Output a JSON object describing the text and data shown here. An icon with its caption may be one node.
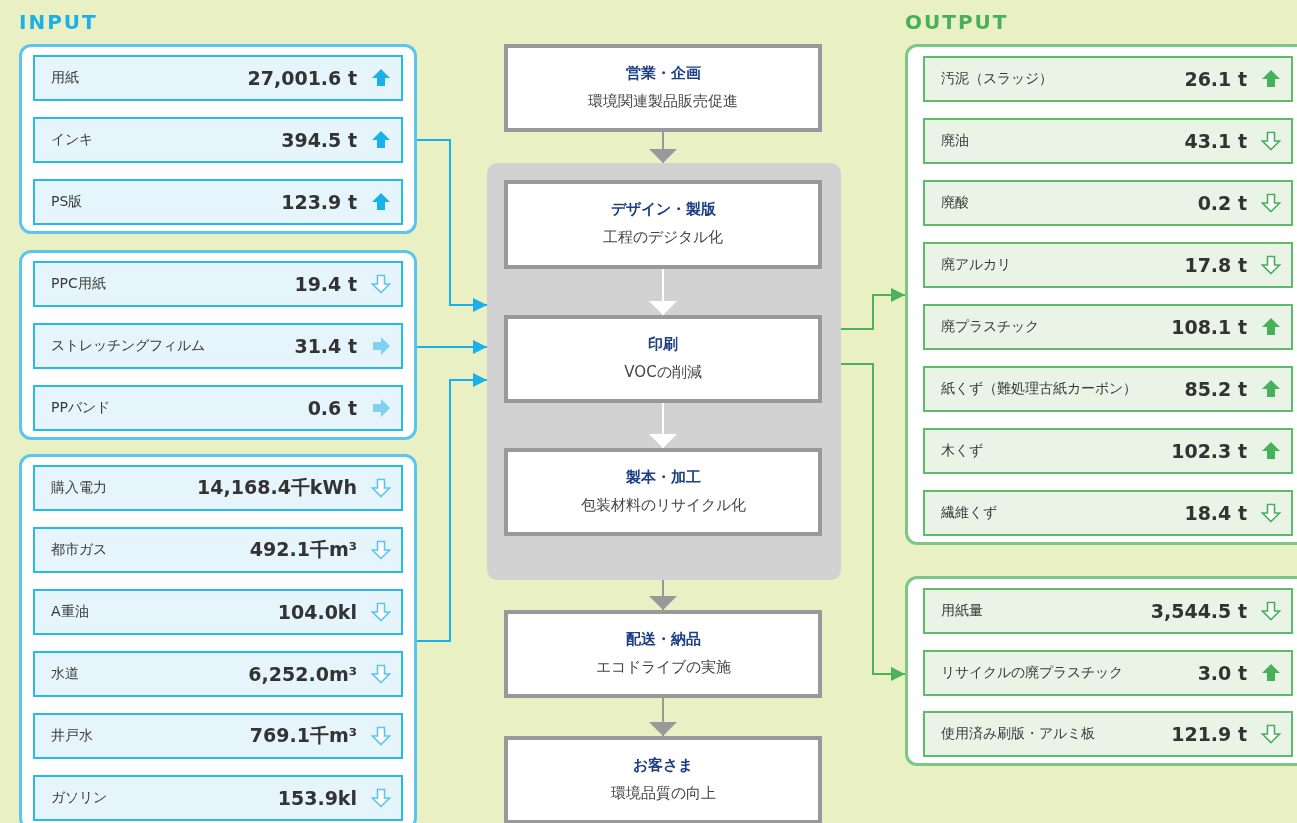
{
  "diagram": {
    "nodes": [
      {
        "text": [],
        "shape": "box"
      },
      {
        "text": [
          "用紙",
          "27,001.6 t"
        ],
        "in": 0
      },
      {
        "text": [
          "インキ",
          "394.5 t"
        ],
        "in": 0
      },
      {
        "text": [
          "PS版",
          "123.9 t"
        ],
        "in": 0
      },
      {
        "text": [],
        "shape": "box"
      },
      {
        "text": [
          "PPC用紙",
          "19.4 t"
        ],
        "in": 4
      },
      {
        "text": [
          "ストレッチングフィルム",
          "31.4 t"
        ],
        "in": 4
      },
      {
        "text": [
          "PPバンド",
          "0.6 t"
        ],
        "in": 4
      },
      {
        "text": [],
        "shape": "box"
      },
      {
        "text": [
          "購入電力",
          "14,168.4千kWh"
        ],
        "in": 8
      },
      {
        "text": [
          "都市ガス",
          "492.1千m³"
        ],
        "in": 8
      },
      {
        "text": [
          "A重油",
          "104.0kl"
        ],
        "in": 8
      },
      {
        "text": [
          "水道",
          "6,252.0m³"
        ],
        "in": 8
      },
      {
        "text": [
          "井戸水",
          "769.1千m³"
        ],
        "in": 8
      },
      {
        "text": [
          "ガソリン",
          "153.9kl"
        ],
        "in": 8
      },
      {
        "text": [
          "営業・企画",
          "環境関連製品販売促進"
        ]
      },
      {
        "text": [],
        "shape": "box"
      },
      {
        "text": [
          "デザイン・製版",
          "工程のデジタル化"
        ],
        "in": 16
      },
      {
        "text": [
          "印刷",
          "VOCの削減"
        ],
        "in": 16
      },
      {
        "text": [
          "製本・加工",
          "包装材料のリサイクル化"
        ],
        "in": 16
      },
      {
        "text": [
          "配送・納品",
          "エコドライブの実施"
        ]
      },
      {
        "text": [
          "お客さま",
          "環境品質の向上"
        ]
      },
      {
        "text": [],
        "shape": "box"
      },
      {
        "text": [
          "汚泥（スラッジ）",
          "26.1 t"
        ],
        "in": 22
      },
      {
        "text": [
          "廃油",
          "43.1 t"
        ],
        "in": 22
      },
      {
        "text": [
          "廃酸",
          "0.2 t"
        ],
        "in": 22
      },
      {
        "text": [
          "廃アルカリ",
          "17.8 t"
        ],
        "in": 22
      },
      {
        "text": [
          "廃プラスチック",
          "108.1 t"
        ],
        "in": 22
      },
      {
        "text": [
          "紙くず（難処理古紙カーボン）",
          "85.2 t"
        ],
        "in": 22
      },
      {
        "text": [
          "木くず",
          "102.3 t"
        ],
        "in": 22
      },
      {
        "text": [
          "繊維くず",
          "18.4 t"
        ],
        "in": 22
      },
      {
        "text": [],
        "shape": "box"
      },
      {
        "text": [
          "用紙量",
          "3,544.5 t"
        ],
        "in": 31
      },
      {
        "text": [
          "リサイクルの廃プラスチック",
          "3.0 t"
        ],
        "in": 31
      },
      {
        "text": [
          "使用済み刷版・アルミ板",
          "121.9 t"
        ],
        "in": 31
      }
    ],
    "edges": [
      {
        "from": 0,
        "to": 16,
        "arrow": "to",
        "color": "#1ab0e8"
      },
      {
        "from": 4,
        "to": 16,
        "arrow": "to",
        "color": "#1ab0e8"
      },
      {
        "from": 8,
        "to": 16,
        "arrow": "to",
        "color": "#1ab0e8"
      },
      {
        "from": 16,
        "to": 22,
        "arrow": "to",
        "color": "#4cb35a"
      },
      {
        "from": 16,
        "to": 31,
        "arrow": "to",
        "color": "#4cb35a"
      },
      {
        "from": 15,
        "to": 16,
        "arrow": "to",
        "color": "#999999"
      },
      {
        "from": 17,
        "to": 18,
        "arrow": "to",
        "color": "#ffffff"
      },
      {
        "from": 18,
        "to": 19,
        "arrow": "to",
        "color": "#ffffff"
      },
      {
        "from": 16,
        "to": 20,
        "arrow": "to",
        "color": "#999999"
      },
      {
        "from": 20,
        "to": 21,
        "arrow": "to",
        "color": "#999999"
      }
    ],
    "labels": [
      "INPUT",
      "OUTPUT"
    ]
  }
}
